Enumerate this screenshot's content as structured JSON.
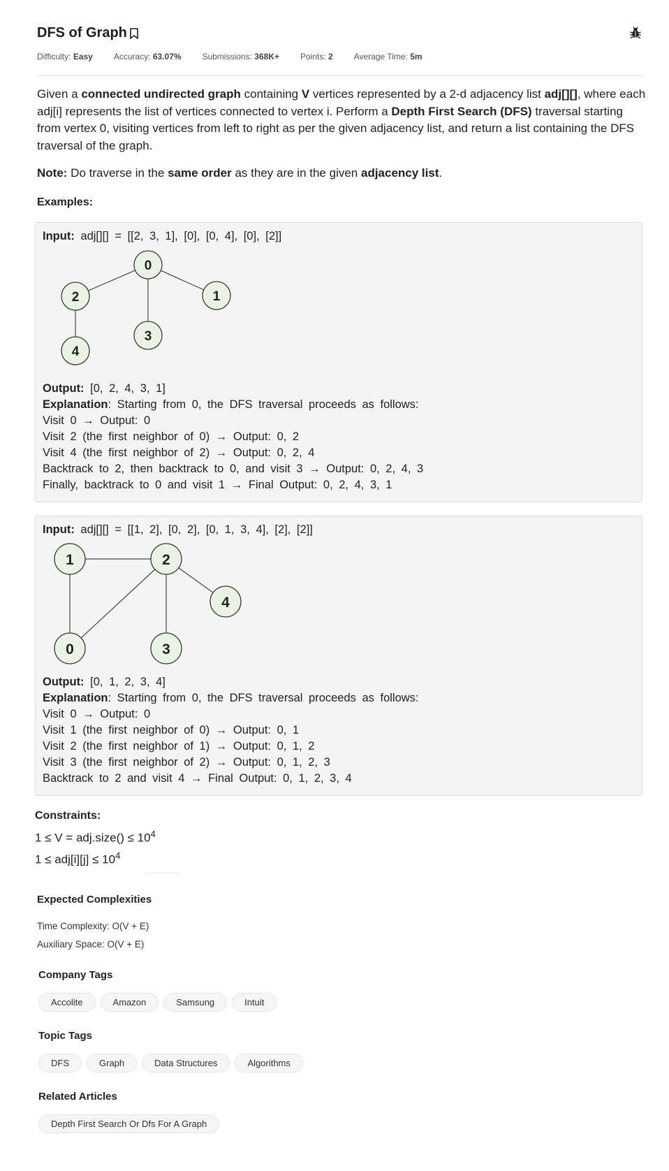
{
  "title": "DFS of Graph",
  "meta": {
    "difficulty_label": "Difficulty:",
    "difficulty": "Easy",
    "accuracy_label": "Accuracy:",
    "accuracy": "63.07%",
    "submissions_label": "Submissions:",
    "submissions": "368K+",
    "points_label": "Points:",
    "points": "2",
    "avg_time_label": "Average Time:",
    "avg_time": "5m"
  },
  "description": {
    "p1": "Given a ",
    "b1": "connected undirected graph",
    "p2": " containing ",
    "b2": "V",
    "p3": " vertices represented by a 2-d adjacency list ",
    "b3": "adj[][]",
    "p4": ", where each adj[i] represents the list of vertices connected to vertex i. Perform a ",
    "b4": "Depth First Search (DFS)",
    "p5": " traversal starting from vertex 0, visiting vertices from left to right as per the given adjacency list, and return a list containing the DFS traversal of the graph."
  },
  "note": {
    "label": "Note:",
    "t1": " Do traverse in the ",
    "b1": "same order",
    "t2": " as they are in the given ",
    "b2": "adjacency list",
    "t3": "."
  },
  "examples_heading": "Examples:",
  "examples": [
    {
      "input_label": "Input:",
      "input": "adj[][] = [[2, 3, 1], [0], [0, 4], [0], [2]]",
      "output_label": "Output:",
      "output": "[0, 2, 4, 3, 1]",
      "explanation_label": "Explanation",
      "explanation_intro": ": Starting from 0, the DFS traversal proceeds as follows:",
      "steps": [
        "Visit 0 → Output: 0",
        "Visit 2 (the first neighbor of 0) → Output: 0, 2",
        "Visit 4 (the first neighbor of 2) → Output: 0, 2, 4",
        "Backtrack to 2, then backtrack to 0, and visit 3 → Output: 0, 2, 4, 3",
        "Finally, backtrack to 0 and visit 1 → Final Output: 0, 2, 4, 3, 1"
      ],
      "graph_nodes": [
        "0",
        "2",
        "1",
        "3",
        "4"
      ]
    },
    {
      "input_label": "Input:",
      "input": "adj[][] = [[1, 2], [0, 2], [0, 1, 3, 4], [2], [2]]",
      "output_label": "Output:",
      "output": "[0, 1, 2, 3, 4]",
      "explanation_label": "Explanation",
      "explanation_intro": ": Starting from 0, the DFS traversal proceeds as follows:",
      "steps": [
        "Visit 0 → Output: 0",
        "Visit 1 (the first neighbor of 0) → Output: 0, 1",
        "Visit 2 (the first neighbor of 1) → Output: 0, 1, 2",
        "Visit 3 (the first neighbor of 2) → Output: 0, 1, 2, 3",
        "Backtrack to 2 and visit 4 → Final Output: 0, 1, 2, 3, 4"
      ],
      "graph_nodes": [
        "1",
        "2",
        "4",
        "0",
        "3"
      ]
    }
  ],
  "constraints_heading": "Constraints:",
  "constraints": [
    {
      "text": "1 ≤ V = adj.size() ≤ 10",
      "sup": "4"
    },
    {
      "text": "1 ≤ adj[i][j] ≤ 10",
      "sup": "4"
    }
  ],
  "expected_heading": "Expected Complexities",
  "time_complexity": "Time Complexity: O(V + E)",
  "aux_space": "Auxiliary Space: O(V + E)",
  "company_tags_heading": "Company Tags",
  "company_tags": [
    "Accolite",
    "Amazon",
    "Samsung",
    "Intuit"
  ],
  "topic_tags_heading": "Topic Tags",
  "topic_tags": [
    "DFS",
    "Graph",
    "Data Structures",
    "Algorithms"
  ],
  "related_heading": "Related Articles",
  "related_articles": [
    "Depth First Search Or Dfs For A Graph"
  ],
  "colors": {
    "node_fill": "#eaf3e3",
    "node_stroke": "#3c3c3c",
    "panel_bg": "#f4f4f4"
  },
  "icons": {
    "bookmark": "bookmark-icon",
    "bug": "bug-icon"
  }
}
